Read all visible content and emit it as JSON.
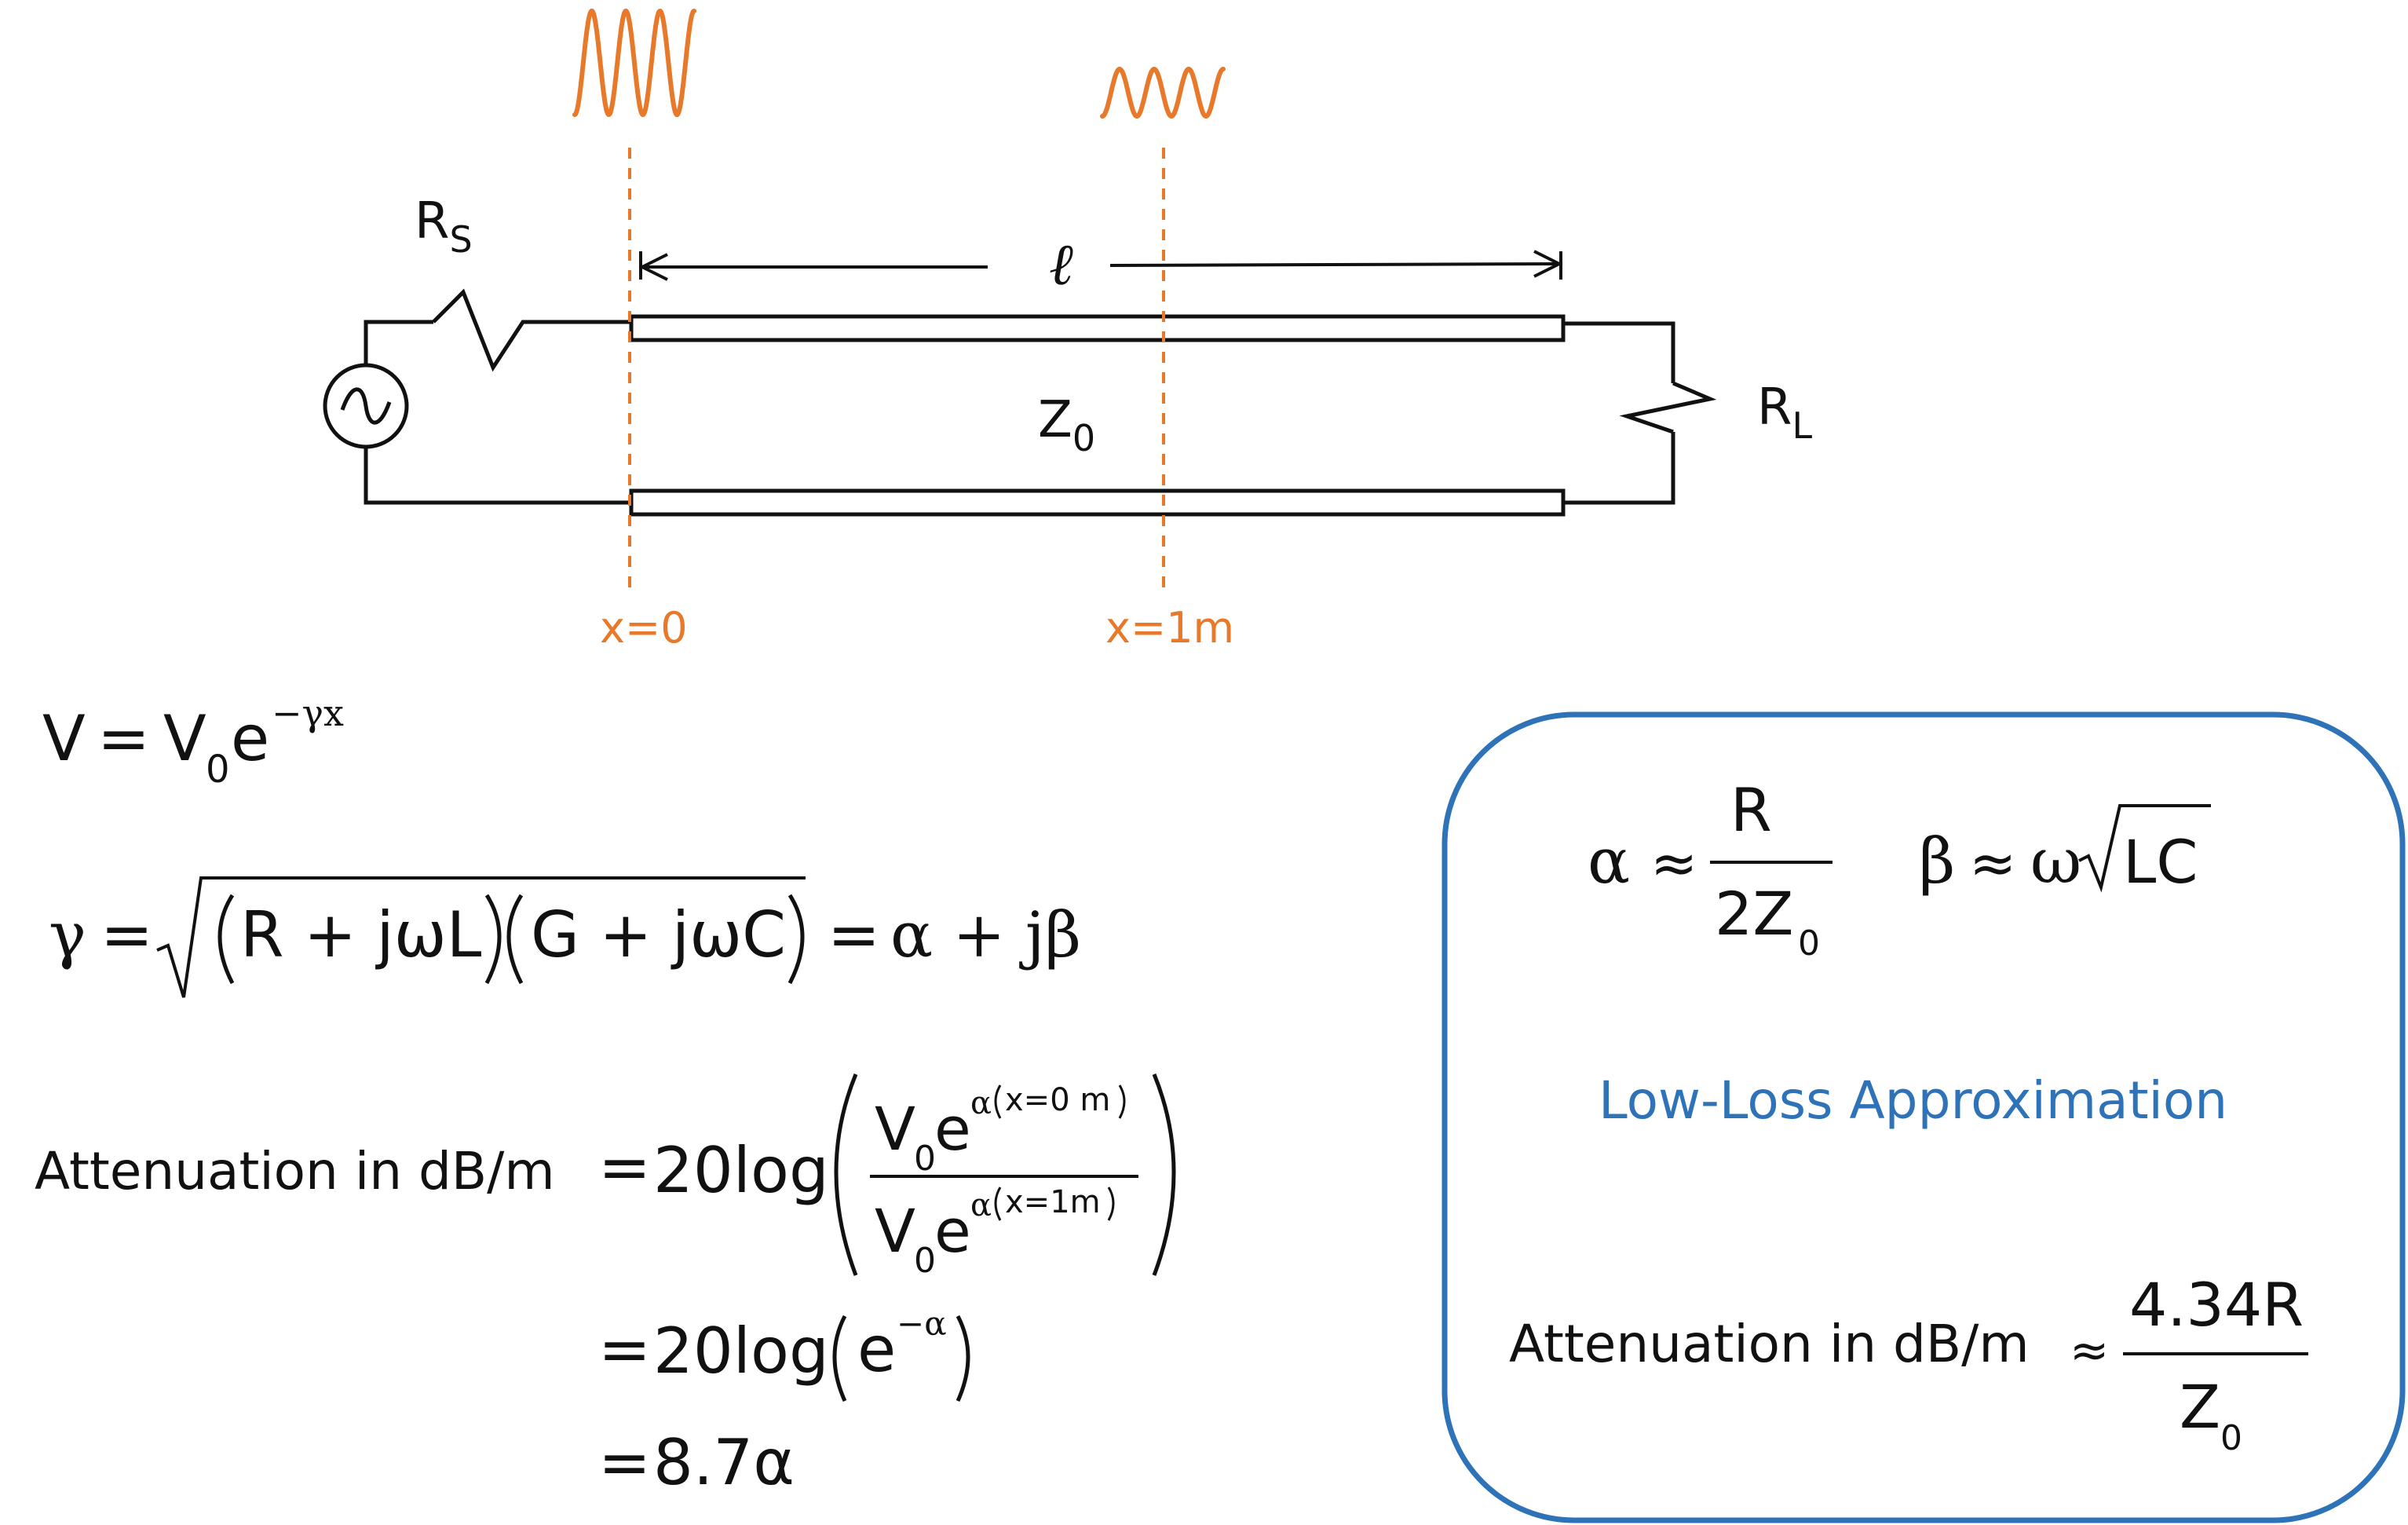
{
  "colors": {
    "wire": "#111111",
    "wave": "#E8792B",
    "box": "#2E73B8",
    "caption": "#2E73B8"
  },
  "circuit": {
    "source_resistor": {
      "main": "R",
      "sub": "S"
    },
    "load_resistor": {
      "main": "R",
      "sub": "L"
    },
    "impedance": {
      "main": "Z",
      "sub": "0"
    },
    "length_symbol": "ℓ",
    "source_icon": "ac-source-icon",
    "marker_x0": "x=0",
    "marker_x1": "x=1m"
  },
  "equations": {
    "v_lhs": "V",
    "eq": "=",
    "v_base": "V",
    "v_sub": "0",
    "v_exp_base": "e",
    "v_exponent": "−γx",
    "gamma": "γ",
    "r_term": "R + jωL",
    "g_term": "G + jωC",
    "gamma_rhs": "α + jβ",
    "att_label": "Attenuation in dB/m",
    "twenty_log": "20log",
    "num_v": "V",
    "num_sub": "0",
    "num_e": "e",
    "num_alpha": "α",
    "num_arg": "x=0 m",
    "den_v": "V",
    "den_sub": "0",
    "den_e": "e",
    "den_alpha": "α",
    "den_arg": "x=1m",
    "e_base": "e",
    "e_exp": "−α",
    "final": "8.7α"
  },
  "approx_box": {
    "alpha": "α",
    "approx": "≈",
    "alpha_num": "R",
    "alpha_den": "2Z",
    "alpha_den_sub": "0",
    "beta": "β",
    "omega": "ω",
    "lc": "LC",
    "caption": "Low-Loss Approximation",
    "att_label": "Attenuation in dB/m",
    "att_num": "4.34R",
    "att_den": "Z",
    "att_den_sub": "0"
  }
}
